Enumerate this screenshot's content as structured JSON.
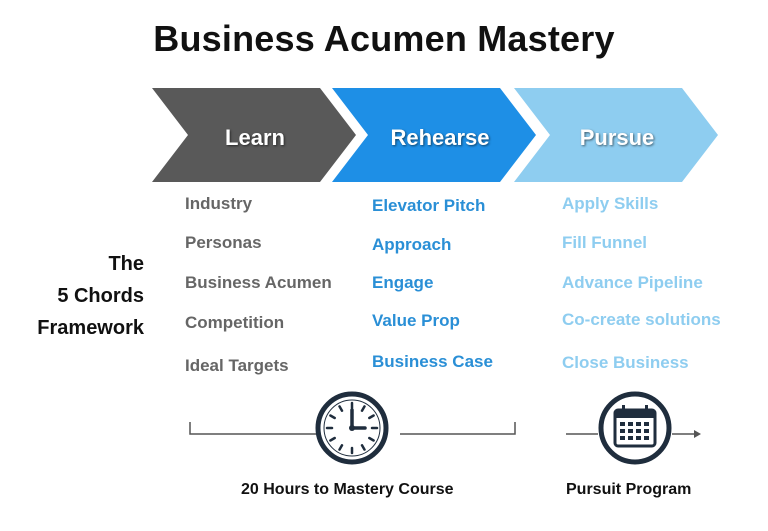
{
  "title": "Business Acumen Mastery",
  "framework_label": [
    "The",
    "5 Chords",
    "Framework"
  ],
  "stages": [
    {
      "label": "Learn",
      "color": "#595959",
      "text_color": "#666666",
      "items": [
        "Industry",
        "Personas",
        "Business Acumen",
        "Competition",
        "Ideal Targets"
      ]
    },
    {
      "label": "Rehearse",
      "color": "#1e8fe6",
      "text_color": "#2a8fd6",
      "items": [
        "Elevator Pitch",
        "Approach",
        "Engage",
        "Value Prop",
        "Business Case"
      ]
    },
    {
      "label": "Pursue",
      "color": "#8ecdf0",
      "text_color": "#8ecdf0",
      "items": [
        "Apply Skills",
        "Fill Funnel",
        "Advance Pipeline",
        "Co-create solutions",
        "Close Business"
      ]
    }
  ],
  "footer": {
    "course_label": "20 Hours to Mastery Course",
    "course_icon": "clock-icon",
    "program_label": "Pursuit Program",
    "program_icon": "calendar-icon"
  }
}
